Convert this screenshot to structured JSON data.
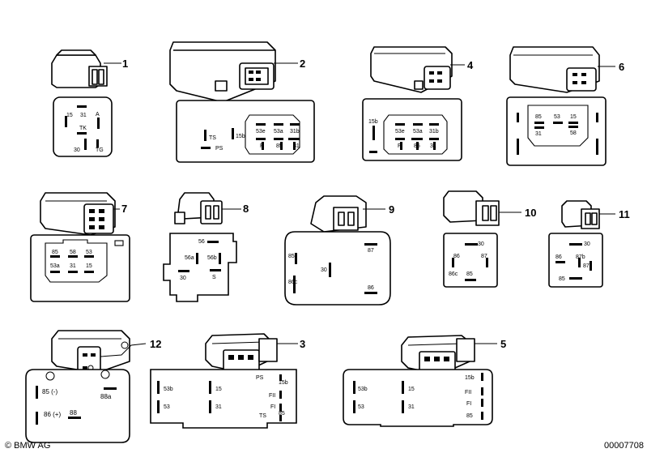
{
  "callouts": {
    "c1": "1",
    "c2": "2",
    "c3": "3",
    "c4": "4",
    "c5": "5",
    "c6": "6",
    "c7": "7",
    "c8": "8",
    "c9": "9",
    "c10": "10",
    "c11": "11",
    "c12": "12"
  },
  "relay1": {
    "p15": "15",
    "p31": "31",
    "pA": "A",
    "pTK": "TK",
    "p30": "30",
    "pTG": "TG"
  },
  "relay2": {
    "pTS": "TS",
    "pPS": "PS",
    "p15b": "15b",
    "p53e": "53e",
    "p53a": "53a",
    "p31b": "31b",
    "pF": "F",
    "p85": "85",
    "p31": "31"
  },
  "relay4": {
    "p15b": "15b",
    "p53e": "53e",
    "p53a": "53a",
    "p31b": "31b",
    "pF": "F",
    "p85": "85",
    "p31": "31"
  },
  "relay6": {
    "p85": "85",
    "p53": "53",
    "p15": "15",
    "p31": "31",
    "p58": "58"
  },
  "relay7": {
    "p85": "85",
    "p58": "58",
    "p53": "53",
    "p53a": "53a",
    "p31": "31",
    "p15": "15"
  },
  "relay8": {
    "p56": "56",
    "p56a": "56a",
    "p56b": "56b",
    "p30": "30",
    "pS": "S"
  },
  "relay9": {
    "p85": "85",
    "p87": "87",
    "p30": "30",
    "p86c": "86c",
    "p86": "86"
  },
  "relay10": {
    "p30": "30",
    "p86": "86",
    "p87": "87",
    "p86c": "86c",
    "p85": "85"
  },
  "relay11": {
    "p30": "30",
    "p86": "86",
    "p87b": "87b",
    "p87": "87",
    "p85": "85"
  },
  "relay12": {
    "p85m": "85 (-)",
    "p88a": "88a",
    "p86p": "86 (+)",
    "p88": "88"
  },
  "relay3": {
    "p53b": "53b",
    "p15": "15",
    "pPS": "PS",
    "p15b": "15b",
    "p53": "53",
    "p31": "31",
    "pFII": "FII",
    "pFI": "FI",
    "pTS": "TS",
    "p85": "85"
  },
  "relay5": {
    "p53b": "53b",
    "p15": "15",
    "p15b": "15b",
    "pFII": "FII",
    "p53": "53",
    "p31": "31",
    "pFI": "FI",
    "p85": "85"
  },
  "footer": {
    "brand": "© BMW AG",
    "code": "00007708"
  }
}
